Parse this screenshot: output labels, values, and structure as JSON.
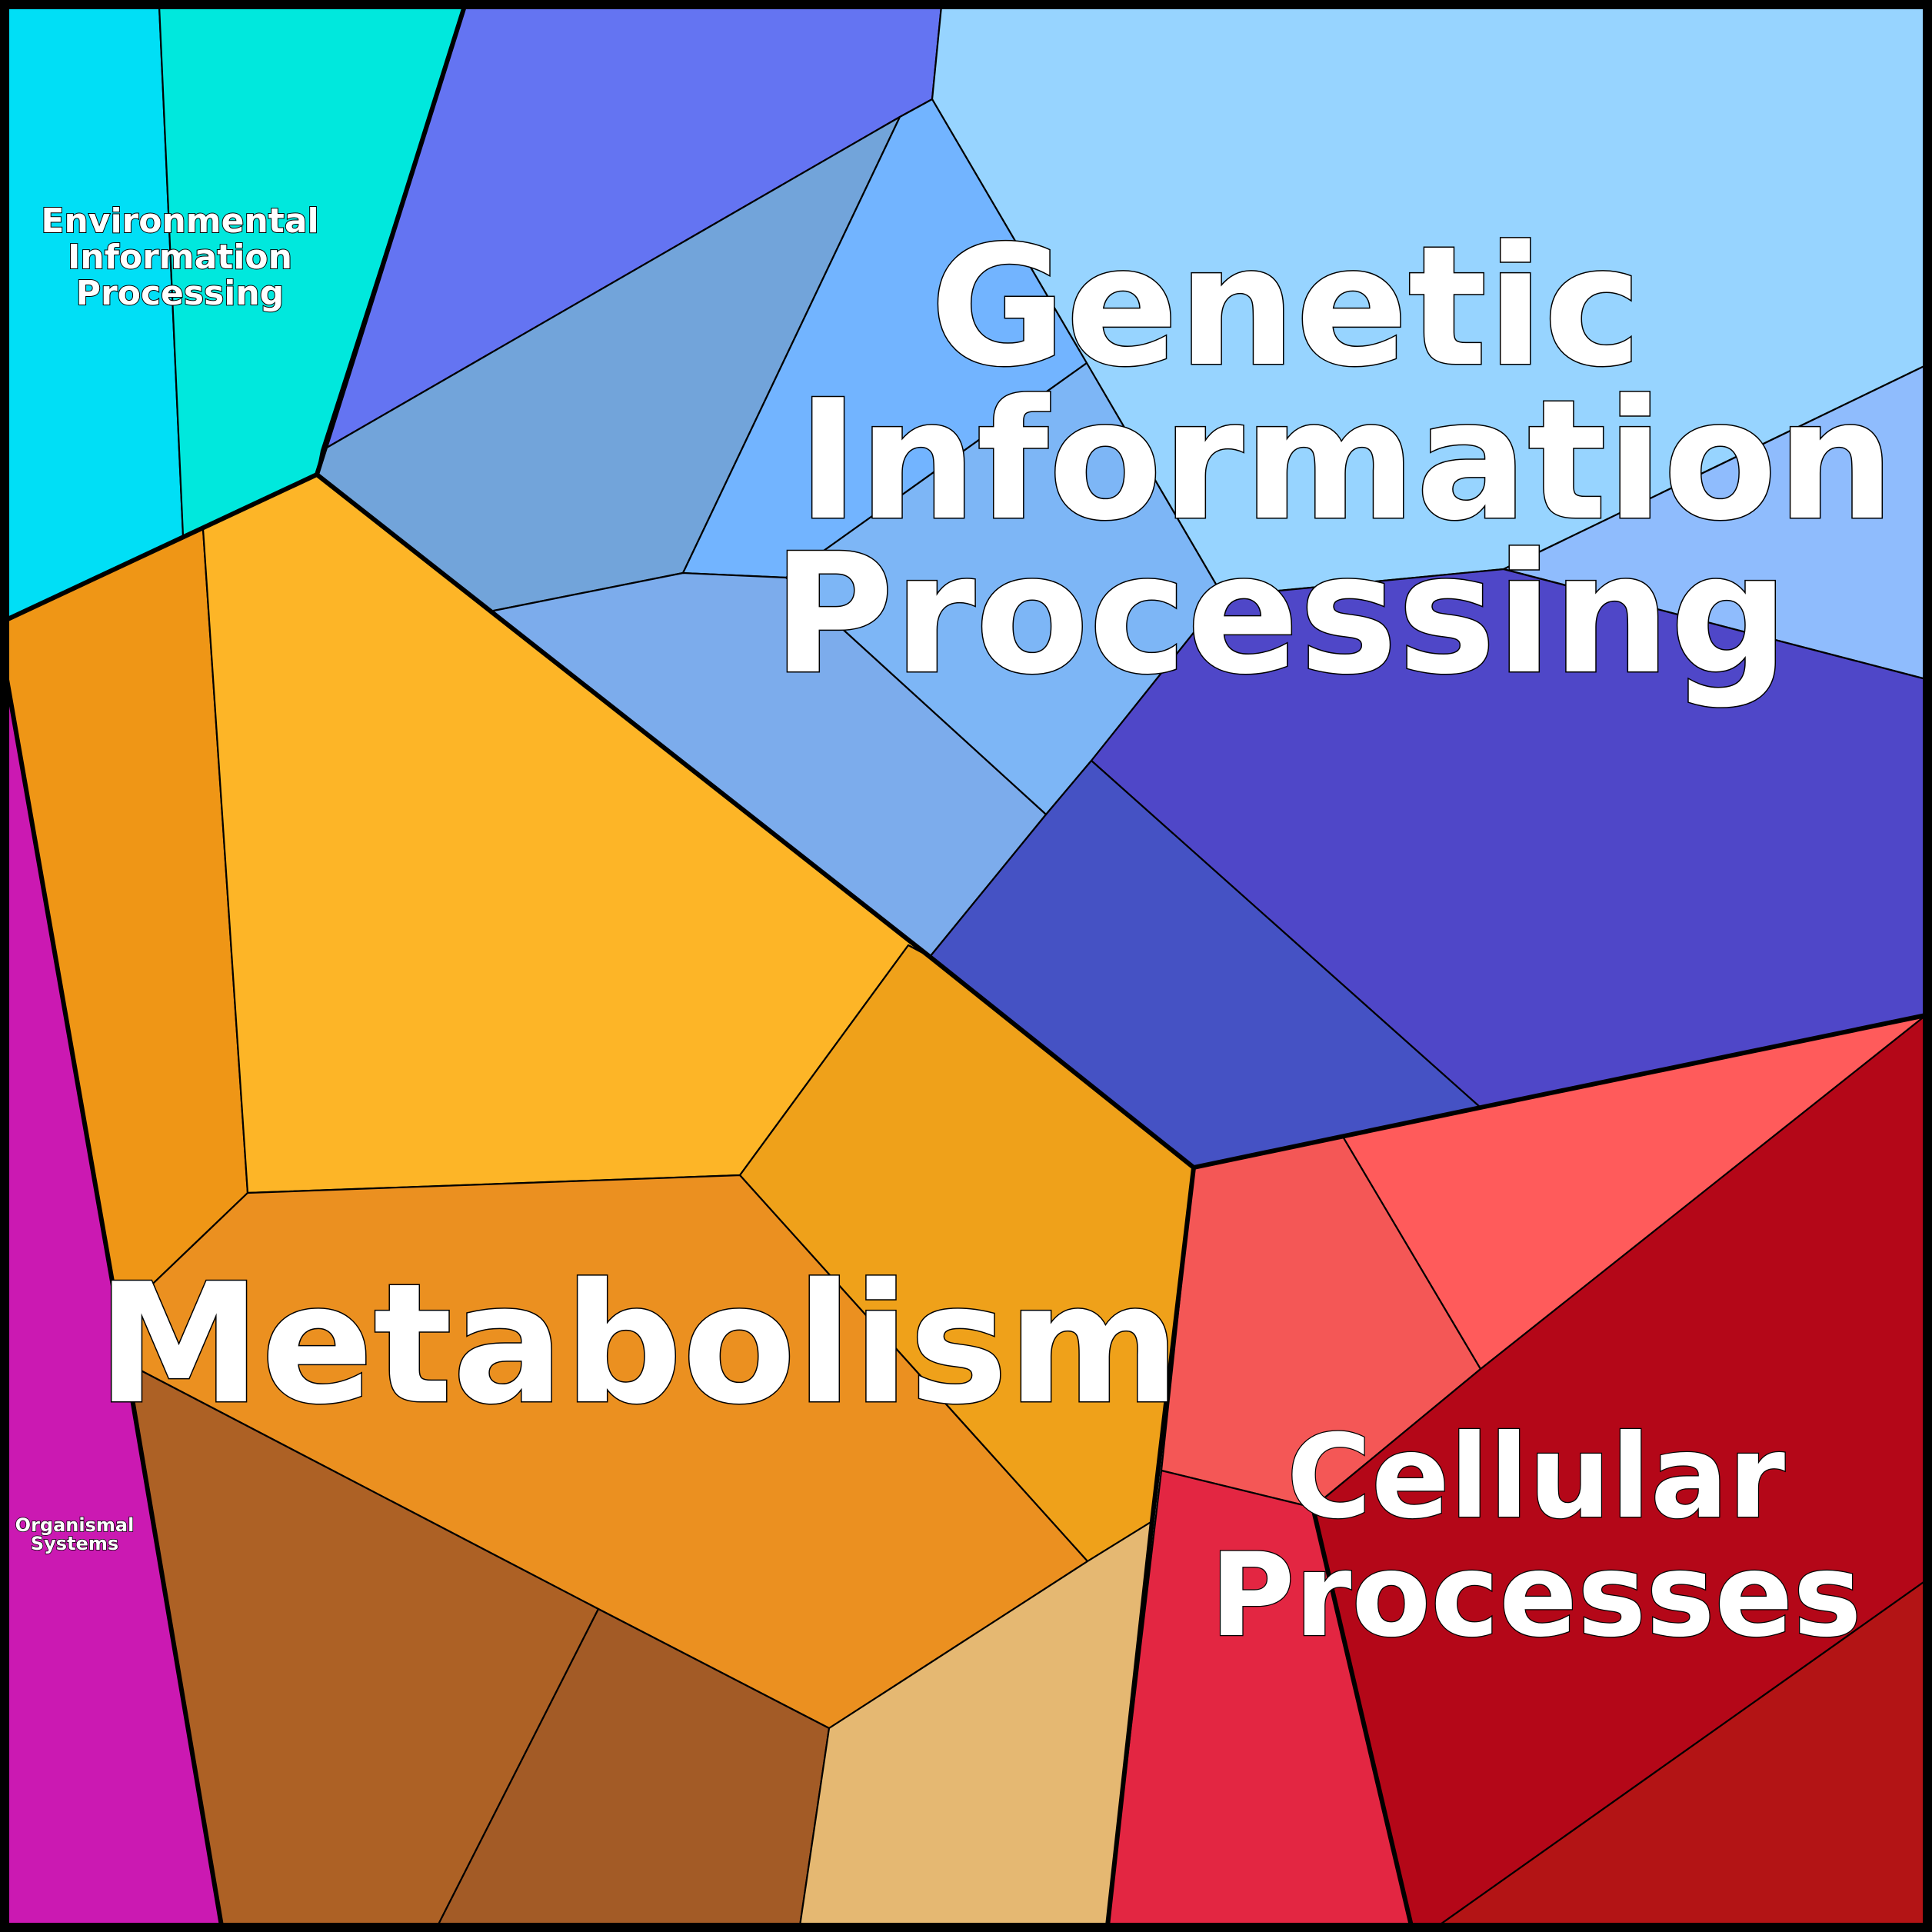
{
  "labels": {
    "genetic": {
      "line1": "Genetic",
      "line2": "Information",
      "line3": "Processing"
    },
    "metabolism": {
      "line1": "Metabolism"
    },
    "cellular": {
      "line1": "Cellular",
      "line2": "Processes"
    },
    "environmental": {
      "line1": "Environmental",
      "line2": "Information",
      "line3": "Processing"
    },
    "organismal": {
      "line1": "Organismal",
      "line2": "Systems"
    }
  },
  "colors": {
    "env_cyan": "#00dff6",
    "env_teal": "#00e8dd",
    "gen_periwinkle": "#6474f2",
    "gen_sky": "#97d4ff",
    "gen_steel": "#72a4da",
    "gen_light_blue": "#72b4ff",
    "gen_corn": "#7db6f6",
    "gen_mid_blue": "#7cacec",
    "gen_pale": "#8fbcfd",
    "gen_indigo": "#4f47c8",
    "gen_royal": "#4552c4",
    "met_orange": "#ef9616",
    "met_gold": "#fdb527",
    "met_amber": "#efa11a",
    "met_tangerine": "#eb9020",
    "met_brown": "#ad6125",
    "met_rust": "#a35b26",
    "met_tan": "#e5b872",
    "org_magenta": "#cb19b2",
    "cell_salmon": "#ff5b5b",
    "cell_coral": "#f45756",
    "cell_crimson": "#e32642",
    "cell_darkred": "#b40718",
    "cell_red": "#b31415"
  }
}
